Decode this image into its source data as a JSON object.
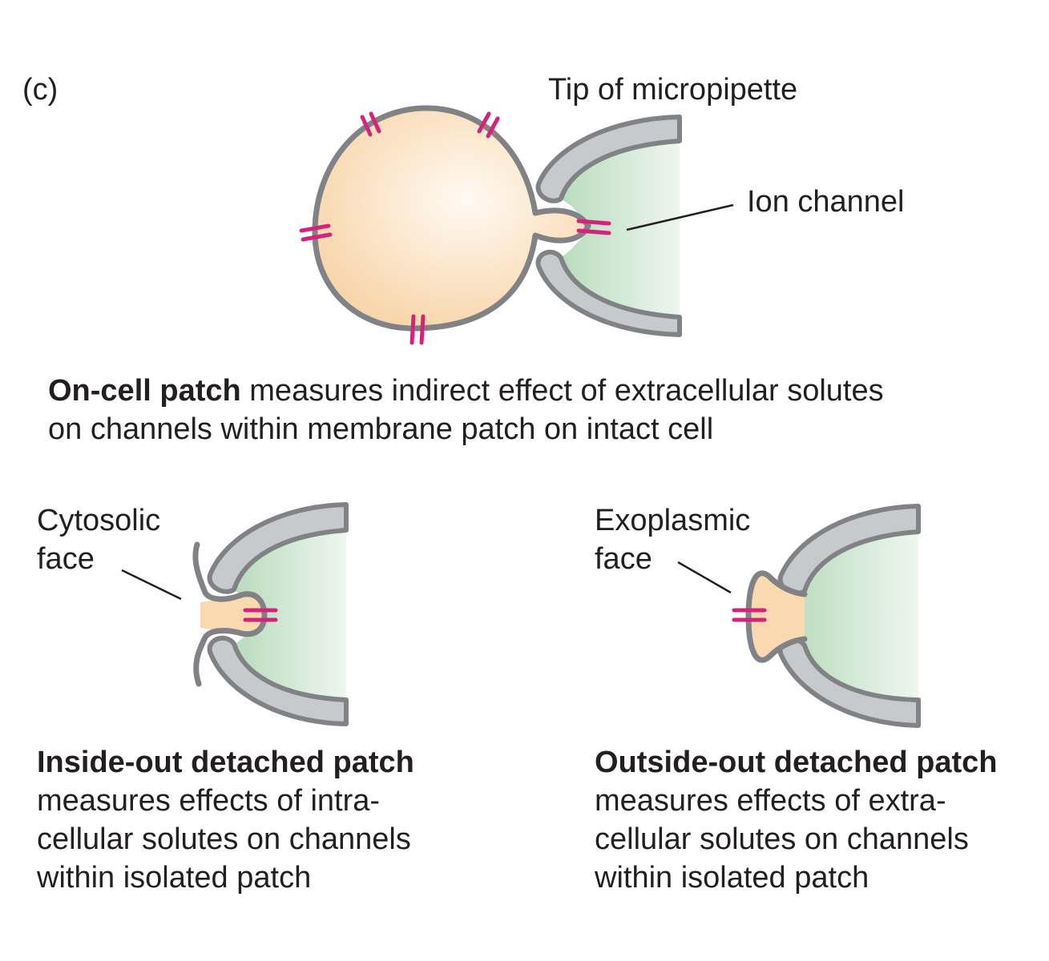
{
  "panel_label": "(c)",
  "on_cell": {
    "pipette_label": "Tip of micropipette",
    "channel_label": "Ion channel",
    "caption_bold": "On-cell patch",
    "caption_line1": " measures indirect effect of extracellular solutes",
    "caption_line2": "on channels within membrane patch on intact cell"
  },
  "inside_out": {
    "label_line1": "Cytosolic",
    "label_line2": "face",
    "caption_bold": "Inside-out detached patch",
    "caption_line1": "measures effects of intra-",
    "caption_line2": "cellular solutes on channels",
    "caption_line3": "within isolated patch"
  },
  "outside_out": {
    "label_line1": "Exoplasmic",
    "label_line2": "face",
    "caption_bold": "Outside-out detached patch",
    "caption_line1": "measures effects of extra-",
    "caption_line2": "cellular solutes on channels",
    "caption_line3": "within isolated patch"
  },
  "colors": {
    "cell_fill": "#f9d9b0",
    "pipette_fill": "#c5e3c8",
    "pipette_wall": "#c8c9cb",
    "membrane": "#808285",
    "channel": "#d4237a"
  }
}
